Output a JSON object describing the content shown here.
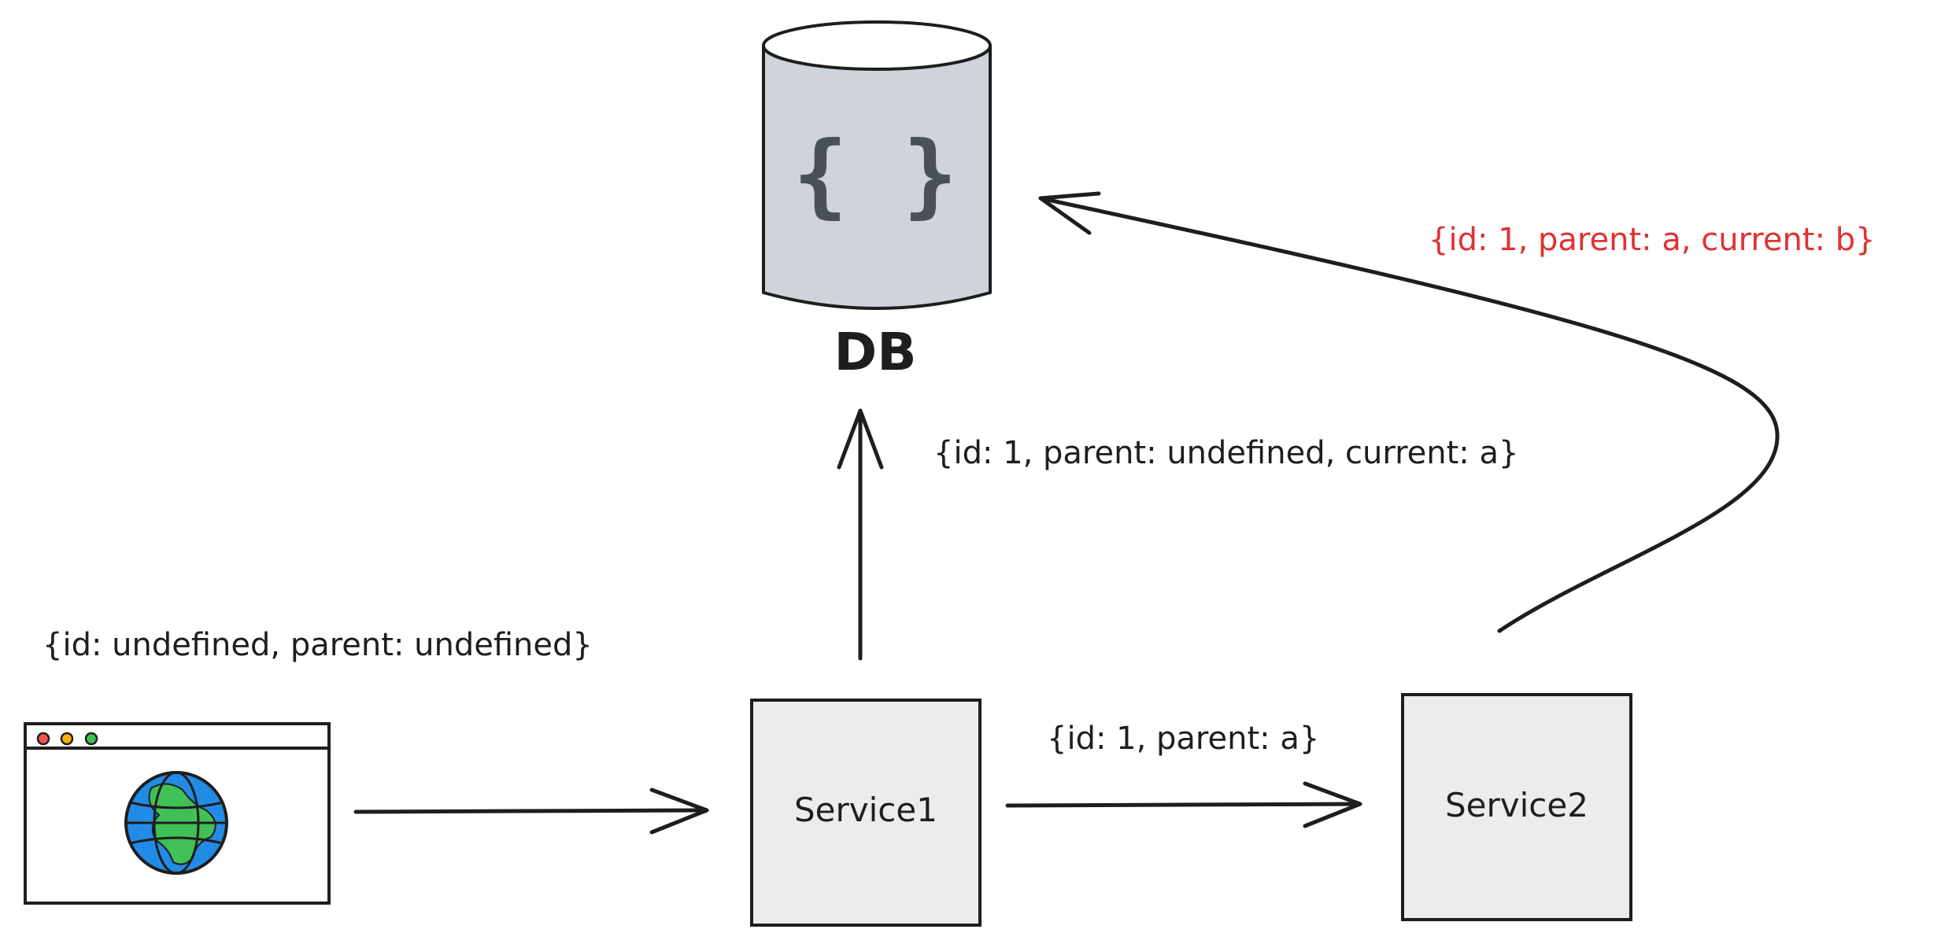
{
  "colors": {
    "stroke": "#1e1e1e",
    "db_fill": "#ced4da",
    "service_fill": "#ececec",
    "highlight_text": "#e03131",
    "browser_red": "#fa5252",
    "browser_yellow": "#fab005",
    "browser_green": "#40c057",
    "globe_water": "#228be6",
    "globe_land": "#40c057",
    "db_icon": "#495057"
  },
  "icons": {
    "db_symbol": "json-braces-icon",
    "client": "browser-window-icon",
    "globe": "globe-icon"
  },
  "nodes": {
    "db": {
      "label": "DB",
      "symbol": "{ }"
    },
    "service1": {
      "label": "Service1"
    },
    "service2": {
      "label": "Service2"
    }
  },
  "edges": {
    "client_to_service1": {
      "label": "{id: undefined, parent: undefined}"
    },
    "service1_to_db": {
      "label": "{id: 1, parent: undefined, current: a}"
    },
    "service1_to_service2": {
      "label": "{id: 1, parent: a}"
    },
    "service2_to_db": {
      "label": "{id: 1, parent: a, current: b}"
    }
  }
}
